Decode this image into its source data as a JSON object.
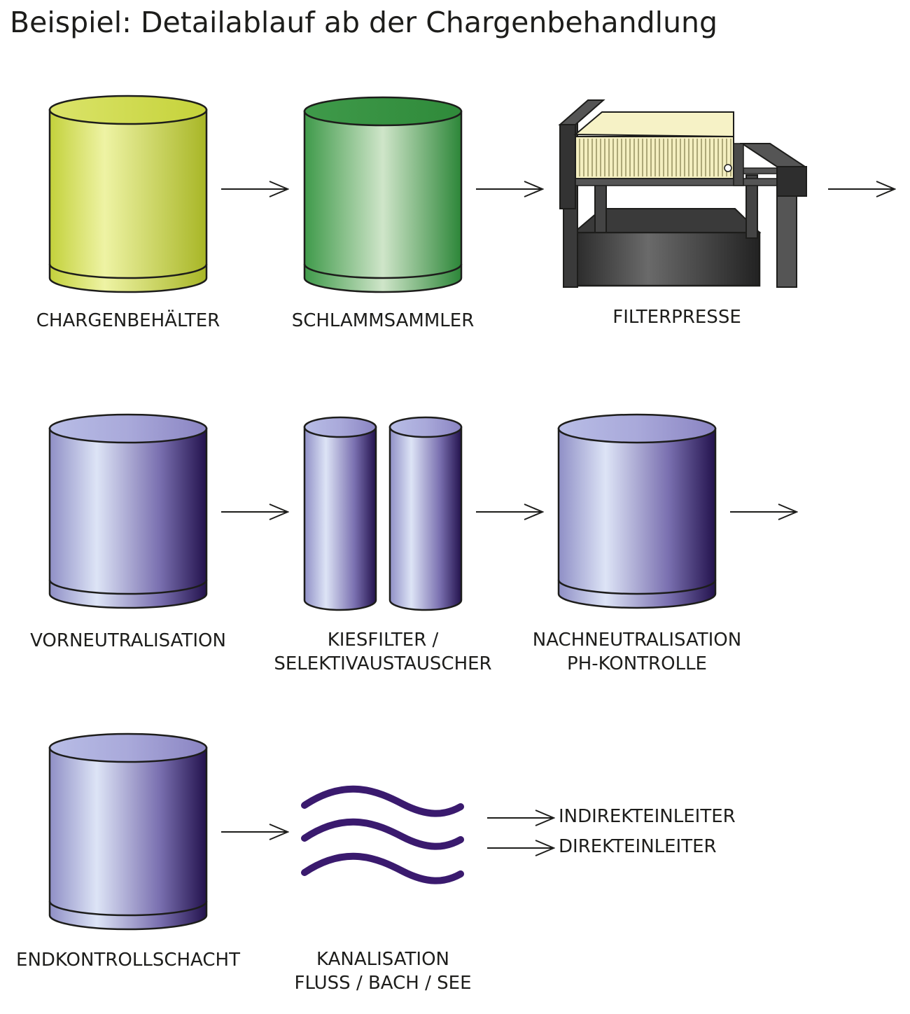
{
  "title": "Beispiel: Detailablauf ab der Chargenbehandlung",
  "nodes": {
    "chargenbehaelter": {
      "label": [
        "CHARGENBEHÄLTER"
      ],
      "color_light": "#e8ef94",
      "color_dark": "#a7b62a"
    },
    "schlammsammler": {
      "label": [
        "SCHLAMMSAMMLER"
      ],
      "color_light": "#c6dec0",
      "color_dark": "#2e8a3a"
    },
    "filterpresse": {
      "label": [
        "FILTERPRESSE"
      ],
      "frame_color": "#444444",
      "plate_color": "#f6f2c6"
    },
    "vorneutralisation": {
      "label": [
        "VORNEUTRALISATION"
      ],
      "color_light": "#d3dbf1",
      "color_dark": "#2b1c55"
    },
    "kiesfilter": {
      "label": [
        "KIESFILTER /",
        "SELEKTIVAUSTAUSCHER"
      ],
      "color_light": "#d3dbf1",
      "color_dark": "#2b1c55"
    },
    "nachneutralisation": {
      "label": [
        "NACHNEUTRALISATION",
        "PH-KONTROLLE"
      ],
      "color_light": "#d3dbf1",
      "color_dark": "#2b1c55"
    },
    "endkontrollschacht": {
      "label": [
        "ENDKONTROLLSCHACHT"
      ],
      "color_light": "#d3dbf1",
      "color_dark": "#2b1c55"
    },
    "kanalisation": {
      "label": [
        "KANALISATION",
        "FLUSS / BACH / SEE"
      ],
      "wave_color": "#3a1a6e"
    }
  },
  "outputs": [
    "INDIREKTEINLEITER",
    "DIREKTEINLEITER"
  ],
  "colors": {
    "arrow": "#1d1d1b",
    "outline": "#1d1d1b"
  }
}
